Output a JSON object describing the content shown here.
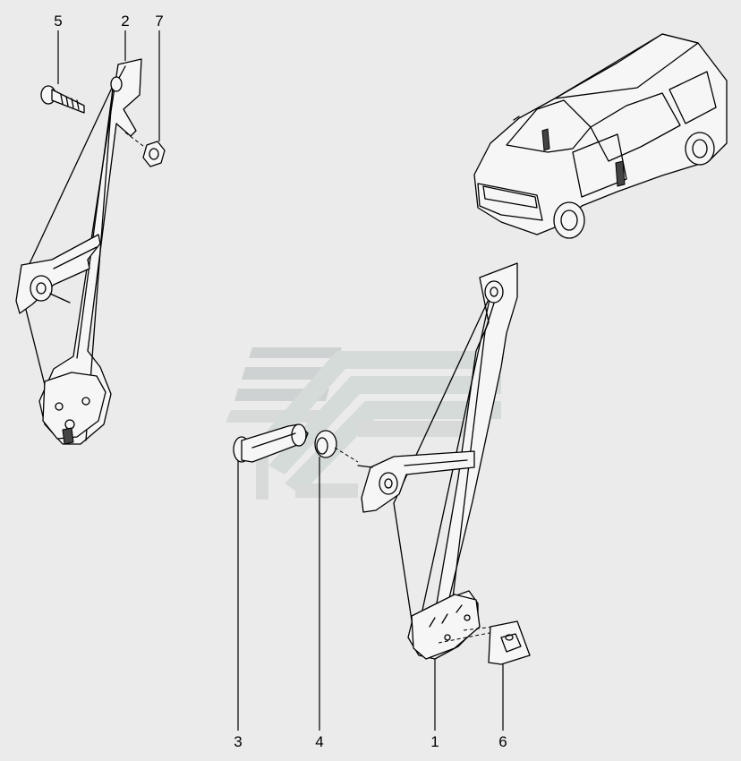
{
  "callouts": [
    {
      "id": "c5",
      "label": "5"
    },
    {
      "id": "c2",
      "label": "2"
    },
    {
      "id": "c7",
      "label": "7"
    },
    {
      "id": "c3",
      "label": "3"
    },
    {
      "id": "c4",
      "label": "4"
    },
    {
      "id": "c1",
      "label": "1"
    },
    {
      "id": "c6",
      "label": "6"
    }
  ],
  "colors": {
    "background": "#ebebeb",
    "line": "#000000",
    "watermark": "#cfd2d2"
  }
}
